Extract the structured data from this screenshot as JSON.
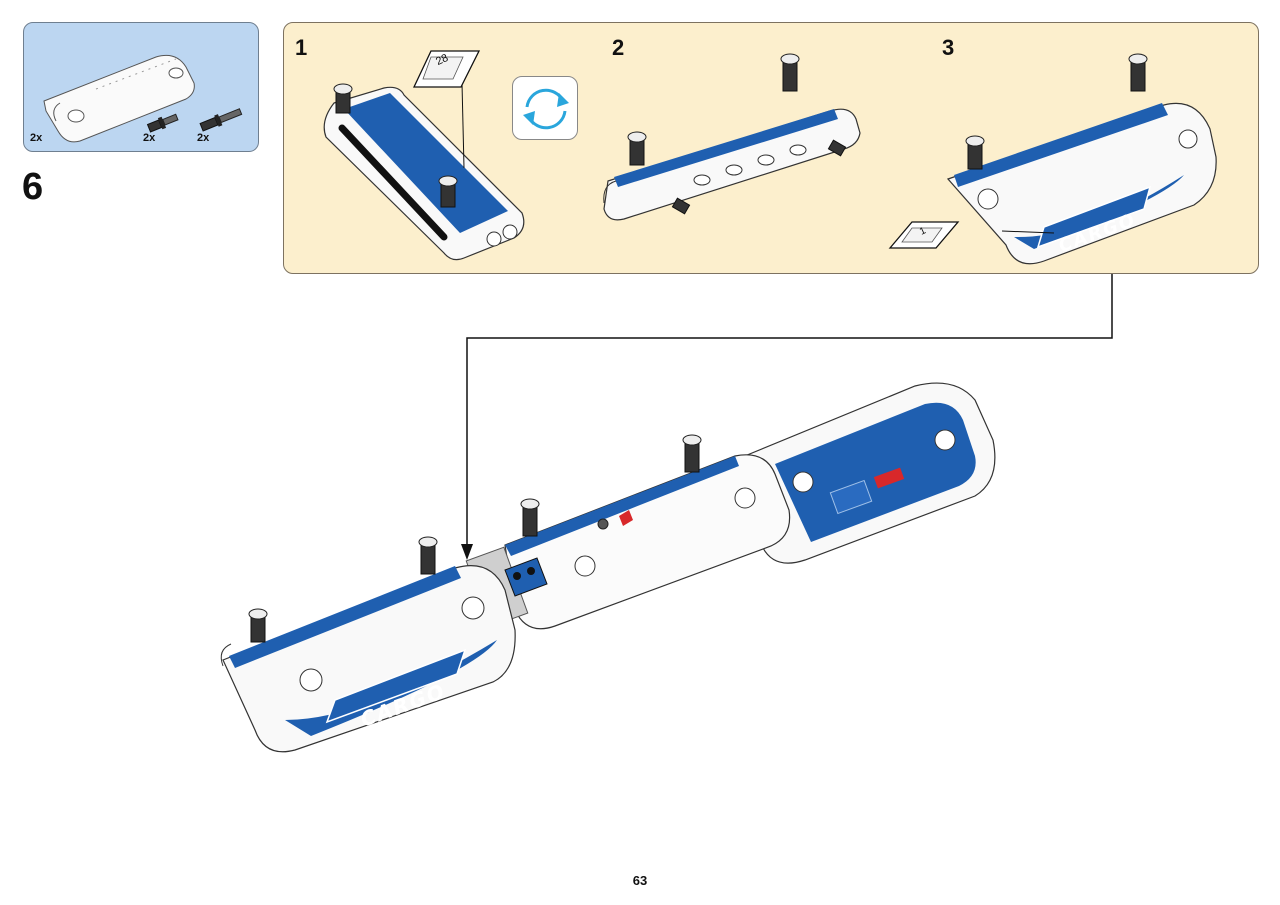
{
  "parts_list": {
    "items": [
      {
        "icon": "curved-panel-icon",
        "quantity": "2x"
      },
      {
        "icon": "short-axle-pin-icon",
        "quantity": "2x"
      },
      {
        "icon": "long-axle-pin-icon",
        "quantity": "2x"
      }
    ]
  },
  "step": {
    "number": "6"
  },
  "substeps": [
    {
      "number": "1",
      "sticker": "28"
    },
    {
      "number": "2"
    },
    {
      "number": "3",
      "sticker": "1"
    }
  ],
  "decals": {
    "cargo_text": "CARGO"
  },
  "page": {
    "number": "63"
  },
  "colors": {
    "parts_background": "#bcd6f1",
    "substep_background": "#fcefcd",
    "brand_blue": "#1f5fb0",
    "rotate_arrows": "#2aa6dc"
  }
}
